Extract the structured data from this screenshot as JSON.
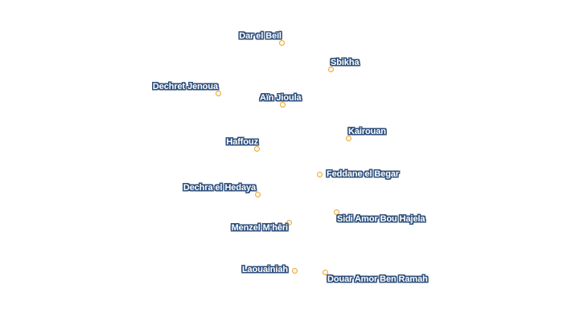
{
  "map": {
    "colors": {
      "marker_stroke": "#e8a736",
      "label_halo": "#2d4f7c",
      "label_text": "#ffffff"
    },
    "places": [
      {
        "name": "Dar el Beïl"
      },
      {
        "name": "Sbikha"
      },
      {
        "name": "Dechret Jenoua"
      },
      {
        "name": "Aïn Jioula"
      },
      {
        "name": "Kairouan"
      },
      {
        "name": "Haffouz"
      },
      {
        "name": "Feddane el Begar"
      },
      {
        "name": "Dechra el Hedaya"
      },
      {
        "name": "Sidi Amor Bou Hajela"
      },
      {
        "name": "Menzel M'hêri"
      },
      {
        "name": "Laouainiah"
      },
      {
        "name": "Douar Amor Ben Ramah"
      }
    ]
  }
}
